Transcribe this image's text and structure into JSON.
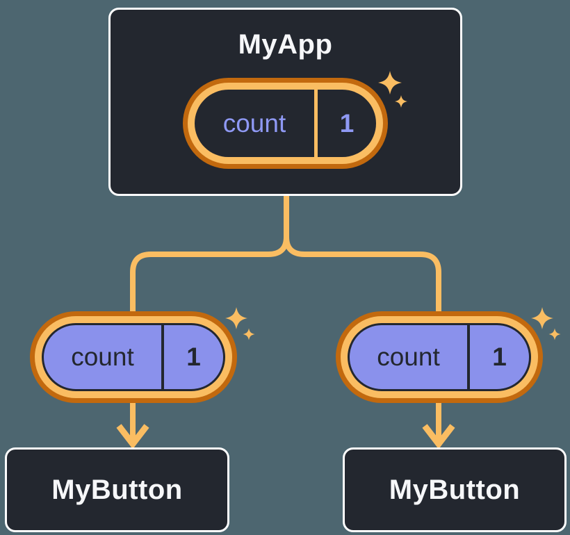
{
  "nodes": {
    "root": {
      "label": "MyApp",
      "state_name": "count",
      "state_value": "1"
    },
    "child_left": {
      "label": "MyButton",
      "state_name": "count",
      "state_value": "1"
    },
    "child_right": {
      "label": "MyButton",
      "state_name": "count",
      "state_value": "1"
    }
  },
  "icons": {
    "sparkle": "four-point-star",
    "arrow": "arrow-down-chevron"
  },
  "colors": {
    "bg": "#4D6670",
    "panel": "#23272F",
    "panel_border": "#FFFFFF",
    "text_light": "#F6F7F9",
    "orange_dark": "#C2690E",
    "orange_light": "#FABD62",
    "periwinkle": "#8A91EC",
    "periwinkle_text": "#8F99F4",
    "ink": "#23272F"
  }
}
